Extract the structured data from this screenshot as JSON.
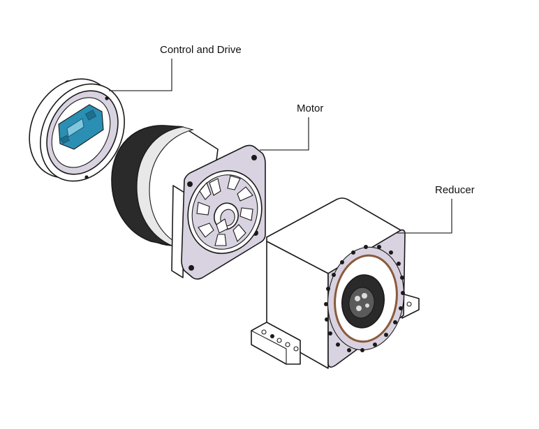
{
  "labels": {
    "control": "Control and Drive",
    "motor": "Motor",
    "reducer": "Reducer"
  },
  "colors": {
    "face": "#d9d2e0",
    "body": "#ffffff",
    "stator": "#2a2a2a",
    "pcb": "#2b8fb3",
    "ring": "#8a5a3a",
    "outline": "#1a1a1a"
  }
}
